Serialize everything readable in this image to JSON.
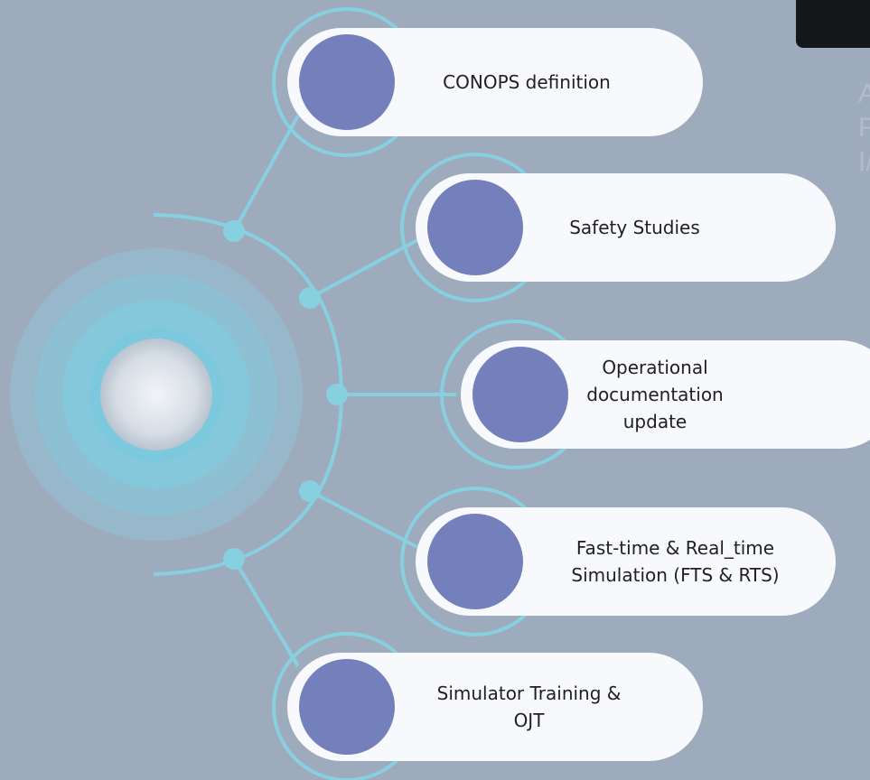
{
  "diagram": {
    "hub": {
      "label": ""
    },
    "items": [
      {
        "id": "conops",
        "label_lines": [
          "CONOPS definition"
        ]
      },
      {
        "id": "safety",
        "label_lines": [
          "Safety Studies"
        ]
      },
      {
        "id": "operational-docs",
        "label_lines": [
          "Operational",
          "documentation",
          "update"
        ]
      },
      {
        "id": "simulation",
        "label_lines": [
          "Fast-time & Real_time",
          "Simulation (FTS & RTS)"
        ]
      },
      {
        "id": "training",
        "label_lines": [
          "Simulator Training &",
          "OJT"
        ]
      }
    ]
  },
  "colors": {
    "background": "#9eabbd",
    "connector": "#86d0e0",
    "node": "#86d0e0",
    "pill_fill": "#f8f9fc",
    "pill_circle": "#7480bb",
    "text": "#1f1f24"
  },
  "cropped_right_text": [
    "A",
    "F",
    "I/"
  ]
}
